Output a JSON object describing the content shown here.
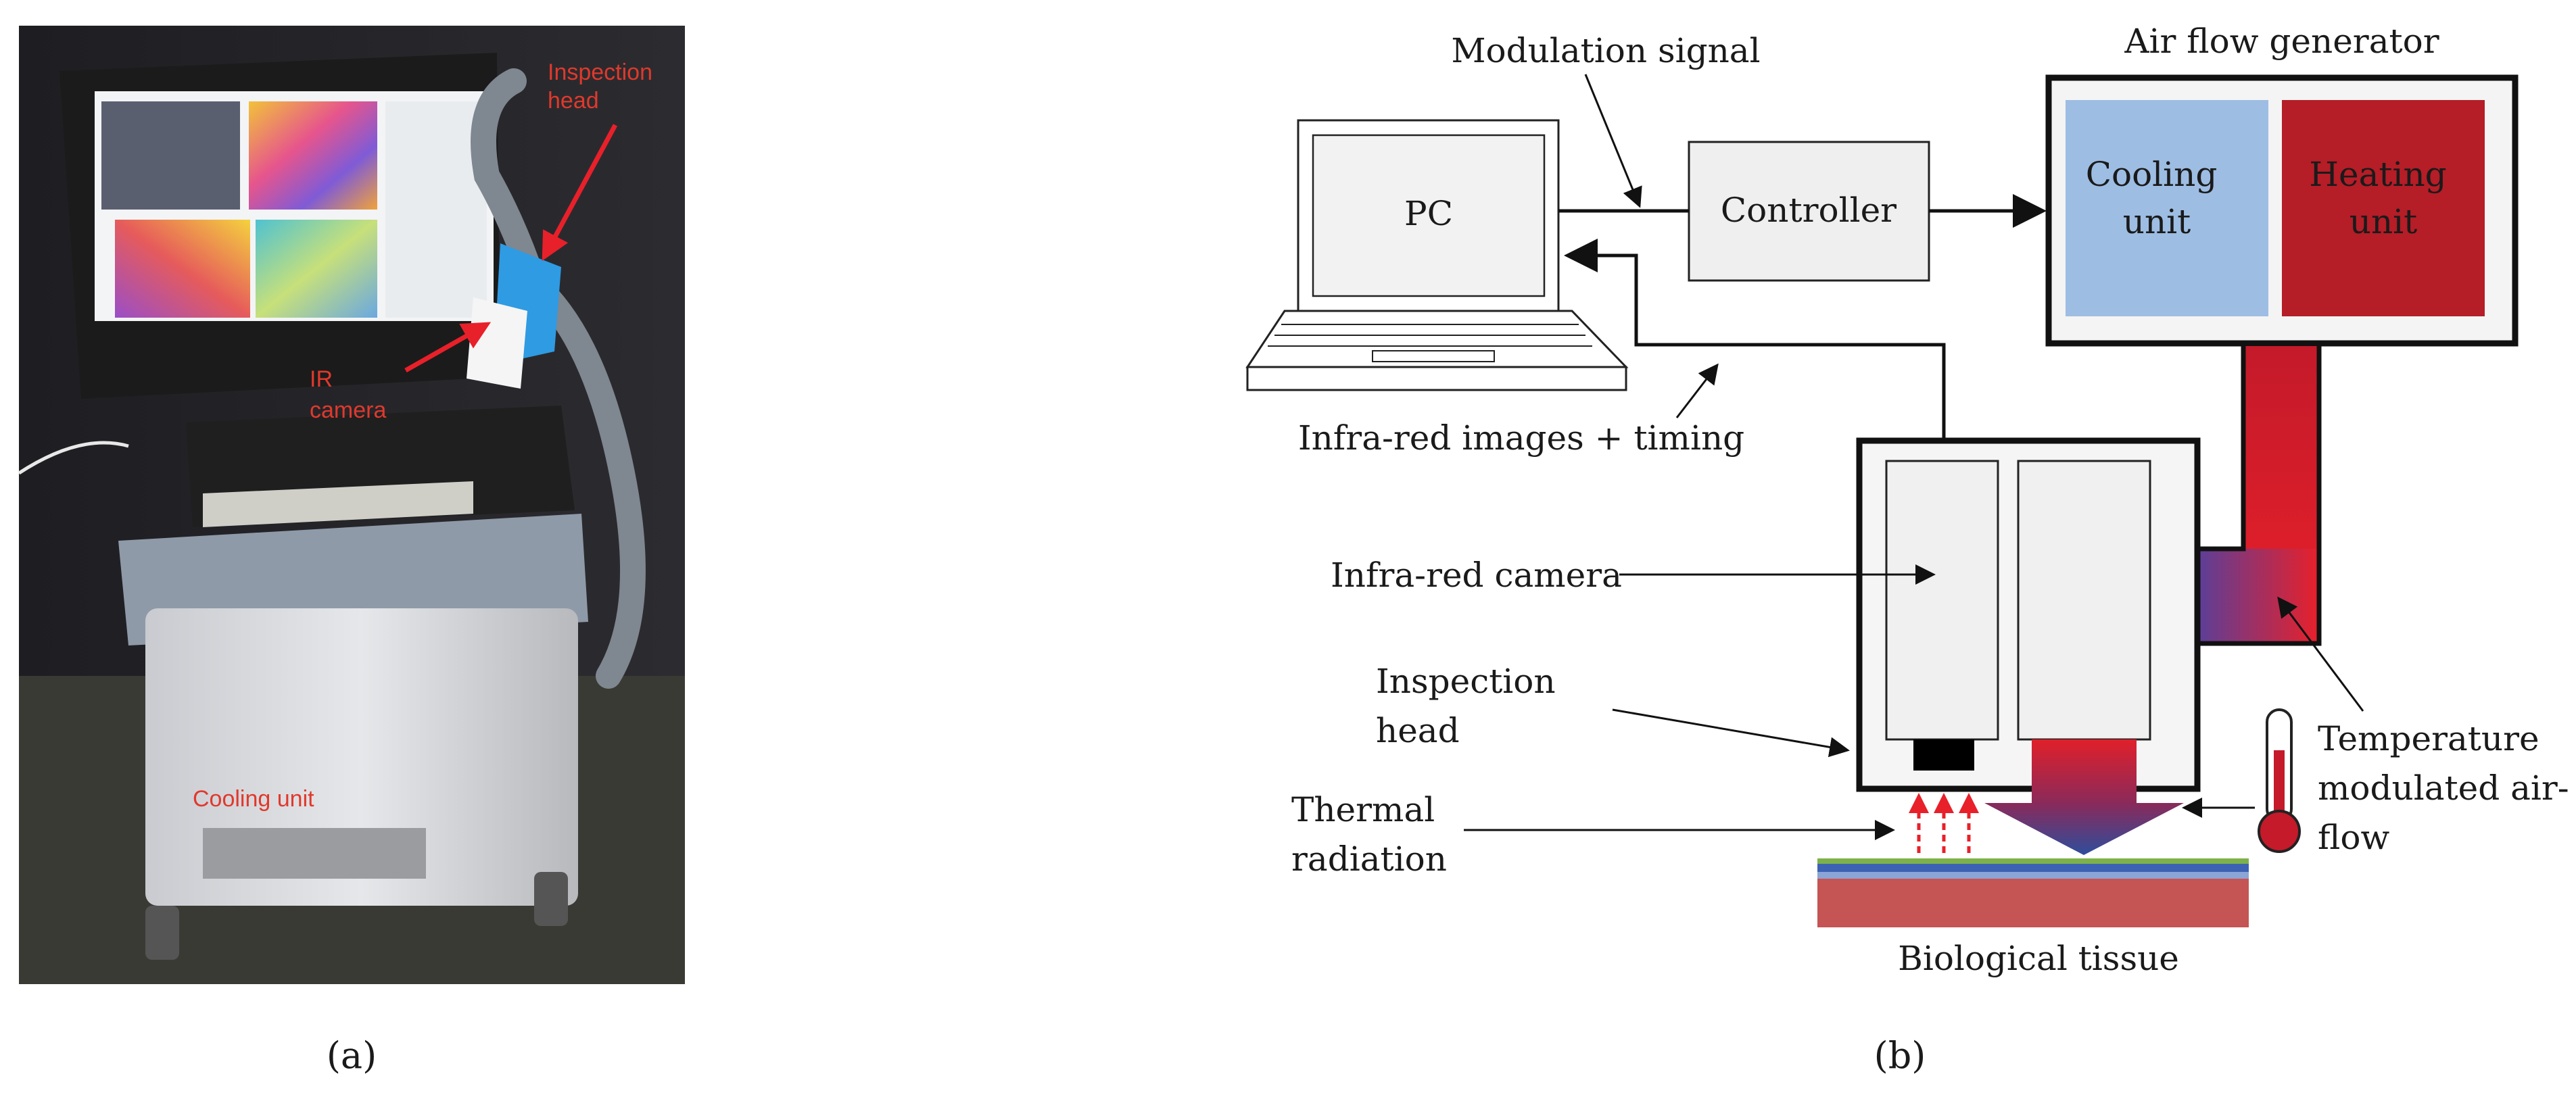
{
  "panel_a": {
    "caption": "(a)",
    "labels": {
      "inspection_head": [
        "Inspection",
        "head"
      ],
      "ir_camera": [
        "IR",
        "camera"
      ],
      "cooling_unit": "Cooling unit"
    }
  },
  "panel_b": {
    "caption": "(b)",
    "pc": "PC",
    "modulation_signal": "Modulation signal",
    "controller": "Controller",
    "air_flow_generator": "Air flow generator",
    "cooling_unit": [
      "Cooling",
      "unit"
    ],
    "heating_unit": [
      "Heating",
      "unit"
    ],
    "infrared_images_timing": "Infra-red images + timing",
    "infrared_camera": "Infra-red camera",
    "inspection_head": [
      "Inspection",
      "head"
    ],
    "thermal_radiation": [
      "Thermal",
      "radiation"
    ],
    "temperature_airflow": [
      "Temperature",
      "modulated air-",
      "flow"
    ],
    "biological_tissue": "Biological tissue"
  },
  "colors": {
    "cooling": "#9dbde3",
    "heating": "#b51d27",
    "arrow_red": "#e8202a",
    "gradient_blue": "#3a4fa0",
    "tissue": "#c55454"
  }
}
